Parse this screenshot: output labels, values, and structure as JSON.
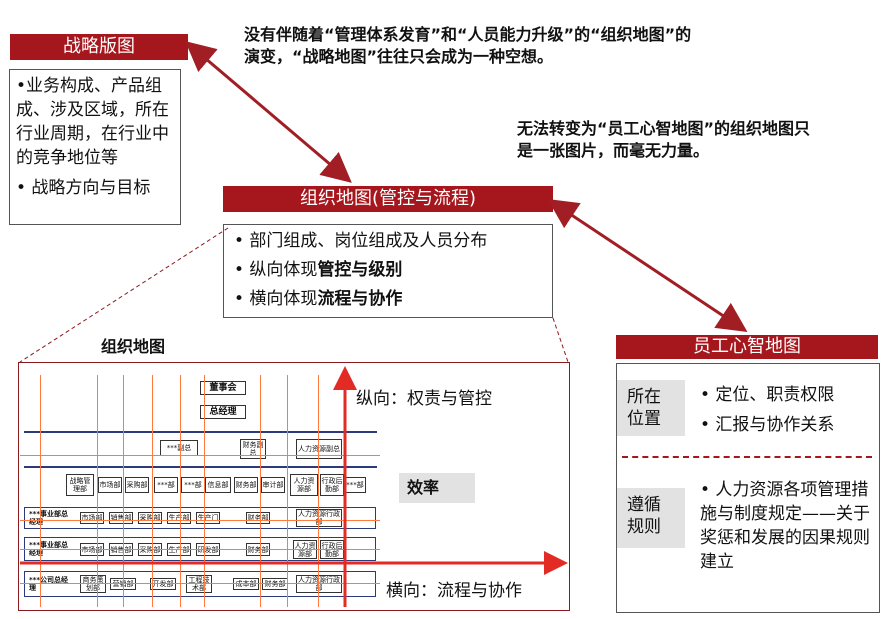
{
  "top_note": [
    "没有伴随着“管理体系发育”和“人员能力升级”的“组织地图”的",
    "演变，“战略地图”往往只会成为一种空想。"
  ],
  "mid_note": [
    "无法转变为“员工心智地图”的组织地图只",
    "是一张图片，而毫无力量。"
  ],
  "strategy": {
    "title": "战略版图",
    "items": [
      "•业务构成、产品组成、涉及区域，所在行业周期，在行业中的竞争地位等",
      "• 战略方向与目标"
    ]
  },
  "org": {
    "title": "组织地图(管控与流程)",
    "items": [
      "• 部门组成、岗位组成及人员分布",
      "• 纵向体现",
      "管控与级别",
      "• 横向体现",
      "流程与协作"
    ]
  },
  "employee": {
    "title": "员工心智地图",
    "section1_label": "所在位置",
    "section1_items": [
      "• 定位、职责权限",
      "• 汇报与协作关系"
    ],
    "section2_label": "遵循规则",
    "section2_text": "• 人力资源各项管理措施与制度规定——关于奖惩和发展的因果规则建立"
  },
  "orgmap": {
    "label": "组织地图",
    "vertical": "纵向：权责与管控",
    "horizontal": "横向：流程与协作",
    "efficiency": "效率",
    "chart": {
      "board": "董事会",
      "gm": "总经理",
      "vp1": "***副总",
      "vp2": "财务副总",
      "vp3": "人力资源副总",
      "depts": [
        "战略管理部",
        "市场部",
        "采购部",
        "***部",
        "***部",
        "信息部",
        "财务部",
        "审计部",
        "人力资源部",
        "行政后勤部",
        "***部"
      ],
      "bu1_label": "***事业部总经理",
      "bu1_depts": [
        "市场部",
        "销售部",
        "采购部",
        "生产部",
        "生产门",
        "财务部",
        "人力资源行政部"
      ],
      "bu2_label": "***事业部总经理",
      "bu2_depts": [
        "市场部",
        "销售部",
        "采购部",
        "生产部",
        "研发部",
        "财务部",
        "人力资源部",
        "行政后勤部"
      ],
      "co_label": "***公司总经理",
      "co_depts": [
        "商务策划部",
        "营销部",
        "开发部",
        "工程技术部",
        "成本部",
        "财务部",
        "人力资源行政部"
      ]
    }
  },
  "colors": {
    "brand_red": "#a5161d",
    "arrow_red": "#a01e24",
    "line_orange": "#ff7a3c",
    "line_blue": "#2a3a7a",
    "gray": "#e2e2e2"
  }
}
